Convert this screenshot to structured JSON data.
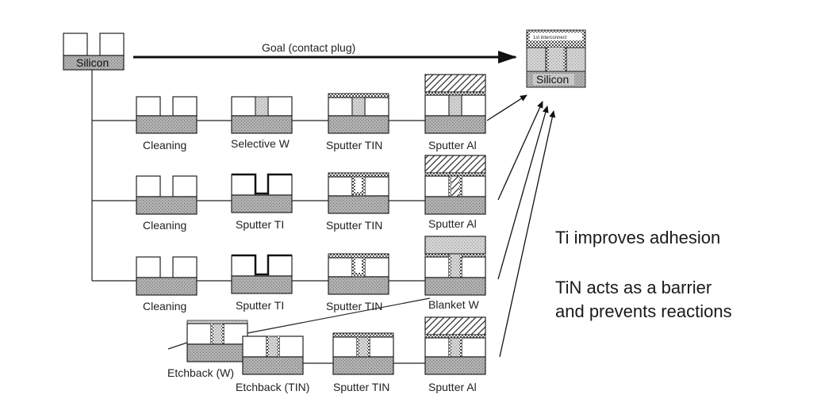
{
  "goal_label": "Goal (contact plug)",
  "silicon_label": "Silicon",
  "interconnect_label": "1st interconnect",
  "steps": {
    "cleaning": "Cleaning",
    "selective_w": "Selective W",
    "sputter_tin": "Sputter TIN",
    "sputter_al": "Sputter Al",
    "sputter_ti": "Sputter TI",
    "blanket_w": "Blanket W",
    "etchback_w": "Etchback (W)",
    "etchback_tin": "Etchback (TIN)"
  },
  "notes": {
    "ti": "Ti improves adhesion",
    "tin_line1": "TiN acts as a barrier",
    "tin_line2": "and prevents reactions"
  }
}
